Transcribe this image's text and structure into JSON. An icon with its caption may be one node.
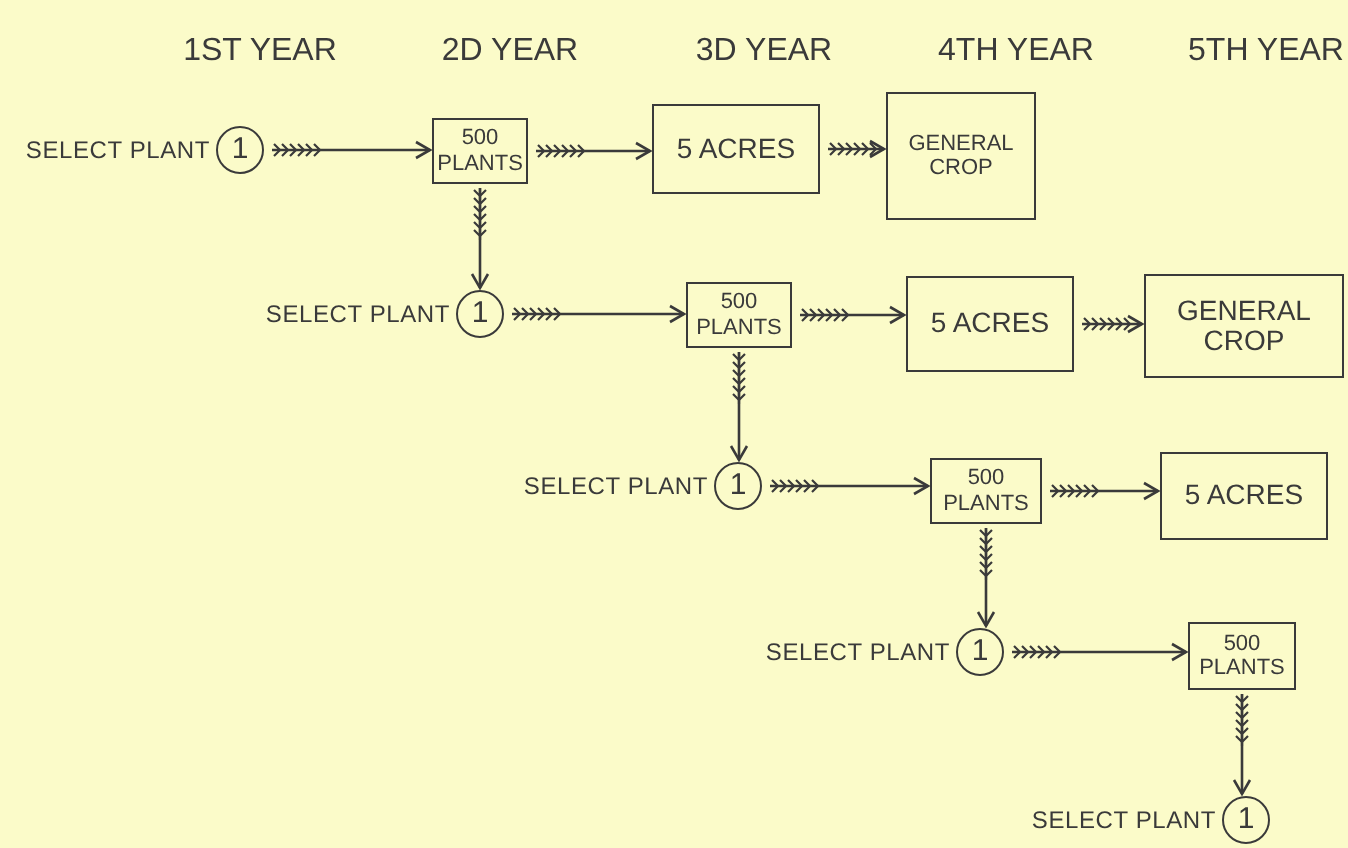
{
  "diagram": {
    "nodes": [
      {
        "text": [
          "1"
        ],
        "beside": [
          "SELECT PLANT"
        ]
      },
      {
        "text": [
          "500 PLANTS"
        ]
      },
      {
        "text": [
          "5 ACRES"
        ]
      },
      {
        "text": [
          "GENERAL CROP"
        ]
      },
      {
        "text": [
          "1"
        ],
        "beside": [
          "SELECT PLANT"
        ]
      },
      {
        "text": [
          "500 PLANTS"
        ]
      },
      {
        "text": [
          "5 ACRES"
        ]
      },
      {
        "text": [
          "GENERAL CROP"
        ]
      },
      {
        "text": [
          "1"
        ],
        "beside": [
          "SELECT PLANT"
        ]
      },
      {
        "text": [
          "500 PLANTS"
        ]
      },
      {
        "text": [
          "5 ACRES"
        ]
      },
      {
        "text": [
          "1"
        ],
        "beside": [
          "SELECT PLANT"
        ]
      },
      {
        "text": [
          "500 PLANTS"
        ]
      },
      {
        "text": [
          "1"
        ],
        "beside": [
          "SELECT PLANT"
        ]
      }
    ],
    "edges": [
      {
        "from": 0,
        "to": 1,
        "arrow": "to"
      },
      {
        "from": 1,
        "to": 2,
        "arrow": "to"
      },
      {
        "from": 2,
        "to": 3,
        "arrow": "to"
      },
      {
        "from": 1,
        "to": 4,
        "arrow": "to"
      },
      {
        "from": 4,
        "to": 5,
        "arrow": "to"
      },
      {
        "from": 5,
        "to": 6,
        "arrow": "to"
      },
      {
        "from": 6,
        "to": 7,
        "arrow": "to"
      },
      {
        "from": 5,
        "to": 8,
        "arrow": "to"
      },
      {
        "from": 8,
        "to": 9,
        "arrow": "to"
      },
      {
        "from": 9,
        "to": 10,
        "arrow": "to"
      },
      {
        "from": 9,
        "to": 11,
        "arrow": "to"
      },
      {
        "from": 11,
        "to": 12,
        "arrow": "to"
      },
      {
        "from": 12,
        "to": 13,
        "arrow": "to"
      }
    ],
    "labels": [
      "1ST YEAR",
      "2D YEAR",
      "3D YEAR",
      "4TH YEAR",
      "5TH YEAR"
    ]
  }
}
